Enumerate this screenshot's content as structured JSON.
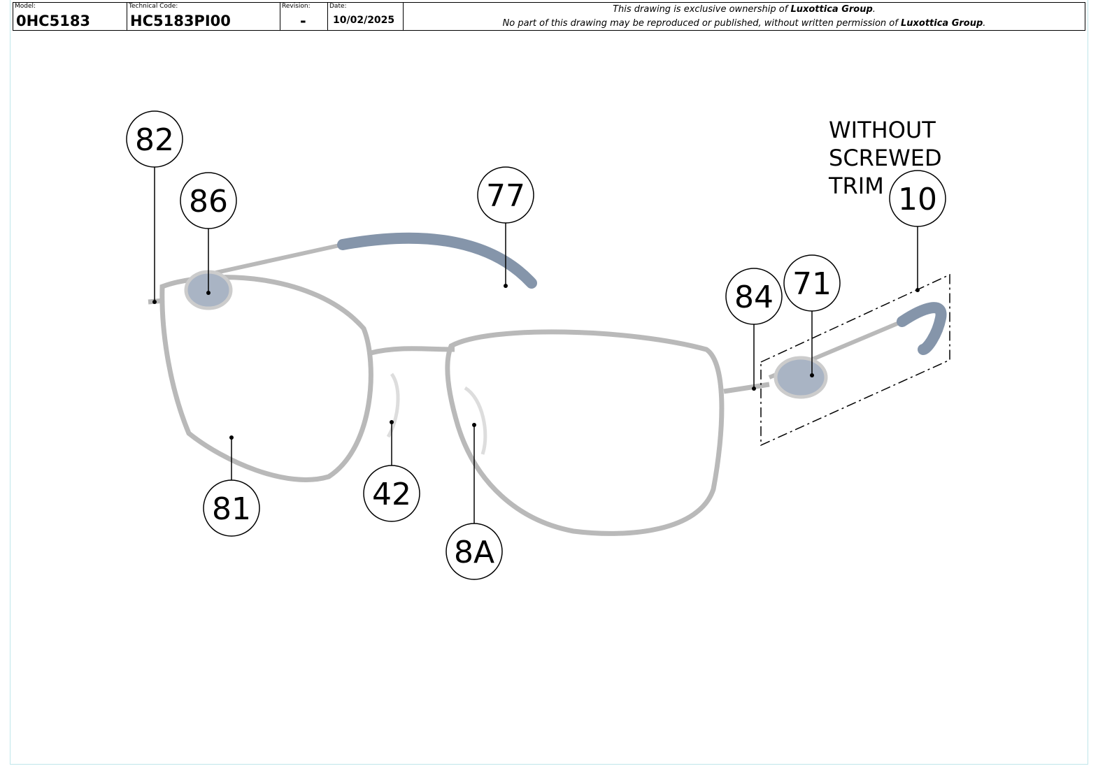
{
  "header": {
    "model_label": "Model:",
    "model": "0HC5183",
    "tech_label": "Technical Code:",
    "tech_code": "HC5183PI00",
    "revision_label": "Revision:",
    "revision": "-",
    "date_label": "Date:",
    "date": "10/02/2025",
    "notice_line1_pre": "This drawing is exclusive ownership of ",
    "notice_owner": "Luxottica Group",
    "notice_line1_post": ".",
    "notice_line2_pre": "No part of this drawing may be reproduced or published, without written permission of ",
    "notice_line2_post": "."
  },
  "callouts": [
    "82",
    "86",
    "77",
    "10",
    "71",
    "84",
    "81",
    "42",
    "8A"
  ],
  "note": [
    "WITHOUT",
    "SCREWED",
    "TRIM"
  ],
  "colors": {
    "frame": "#c8c8c8",
    "tip": "#7e8ea3",
    "border": "#bfe6ea"
  }
}
